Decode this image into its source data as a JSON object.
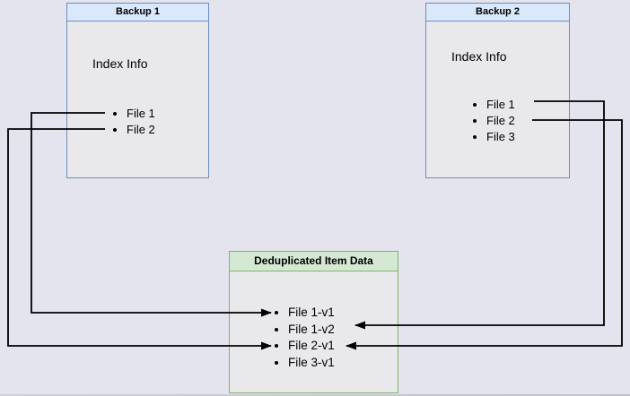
{
  "diagram": {
    "backup1": {
      "title": "Backup 1",
      "subtitle": "Index Info",
      "items": [
        "File 1",
        "File 2"
      ]
    },
    "backup2": {
      "title": "Backup 2",
      "subtitle": "Index Info",
      "items": [
        "File 1",
        "File 2",
        "File 3"
      ]
    },
    "dedup": {
      "title": "Deduplicated Item Data",
      "items": [
        "File 1-v1",
        "File 1-v2",
        "File 2-v1",
        "File 3-v1"
      ]
    },
    "connections": [
      {
        "from": "Backup 1 / File 1",
        "to": "File 1-v1"
      },
      {
        "from": "Backup 1 / File 2",
        "to": "File 2-v1"
      },
      {
        "from": "Backup 2 / File 1",
        "to": "File 1-v2"
      },
      {
        "from": "Backup 2 / File 2",
        "to": "File 2-v1"
      }
    ],
    "colors": {
      "backup_title_fill": "#dae8fc",
      "backup_border": "#6c8ebf",
      "dedup_title_fill": "#d5e8d4",
      "dedup_border": "#82b366",
      "arrow": "#000000",
      "page_background": "#e4e4ee",
      "box_background": "#e9e9eb"
    }
  }
}
